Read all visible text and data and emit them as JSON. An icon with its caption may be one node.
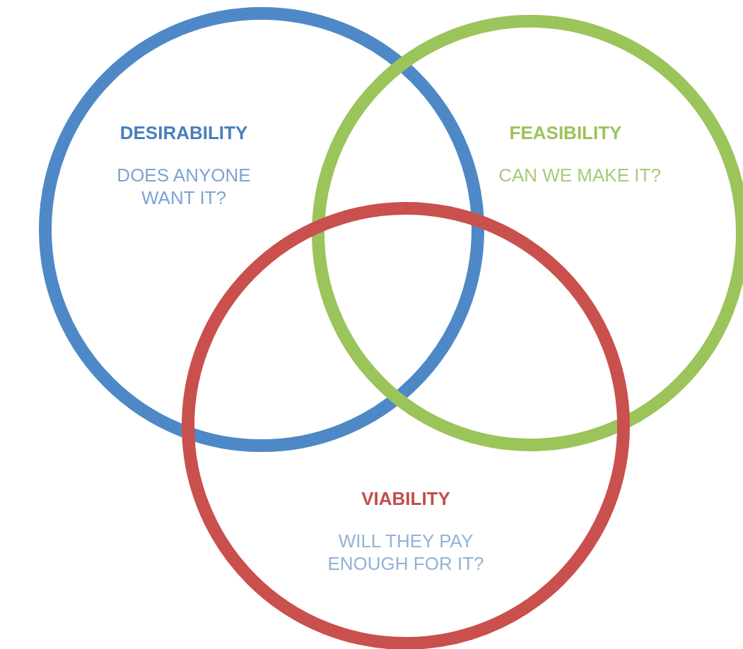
{
  "diagram": {
    "nodes": [
      {
        "text": [
          "DESIRABILITY",
          "DOES ANYONE WANT IT?"
        ]
      },
      {
        "text": [
          "FEASIBILITY",
          "CAN WE MAKE IT?"
        ]
      },
      {
        "text": [
          "VIABILITY",
          "WILL THEY PAY ENOUGH FOR IT?"
        ]
      }
    ]
  }
}
